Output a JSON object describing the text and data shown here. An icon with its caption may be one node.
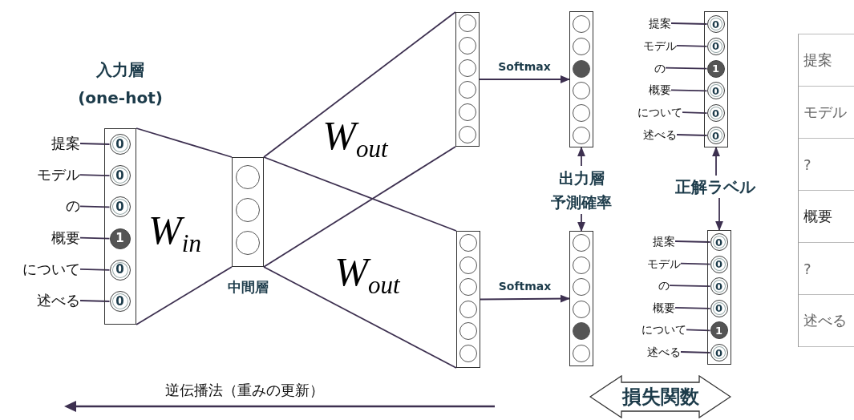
{
  "diagram": {
    "nodes": [
      {
        "text": [],
        "shape": "box",
        "beside": [
          "入力層",
          "(one-hot)"
        ]
      },
      {
        "text": [
          "0"
        ],
        "in": 0
      },
      {
        "text": [
          "0"
        ],
        "in": 0
      },
      {
        "text": [
          "0"
        ],
        "in": 0
      },
      {
        "text": [
          "1"
        ],
        "in": 0
      },
      {
        "text": [
          "0"
        ],
        "in": 0
      },
      {
        "text": [
          "0"
        ],
        "in": 0
      },
      {
        "text": [
          "提案"
        ]
      },
      {
        "text": [
          "モデル"
        ]
      },
      {
        "text": [
          "の"
        ]
      },
      {
        "text": [
          "概要"
        ]
      },
      {
        "text": [
          "について"
        ]
      },
      {
        "text": [
          "述べる"
        ]
      },
      {
        "text": [],
        "shape": "box",
        "beside": [
          "中間層"
        ]
      },
      {
        "text": [],
        "shape": "circle",
        "in": 13
      },
      {
        "text": [],
        "shape": "circle",
        "in": 13
      },
      {
        "text": [],
        "shape": "circle",
        "in": 13
      },
      {
        "text": [],
        "shape": "box"
      },
      {
        "text": [],
        "shape": "circle",
        "in": 17
      },
      {
        "text": [],
        "shape": "circle",
        "in": 17
      },
      {
        "text": [],
        "shape": "circle",
        "in": 17
      },
      {
        "text": [],
        "shape": "circle",
        "in": 17
      },
      {
        "text": [],
        "shape": "circle",
        "in": 17
      },
      {
        "text": [],
        "shape": "circle",
        "in": 17
      },
      {
        "text": [],
        "shape": "box"
      },
      {
        "text": [],
        "shape": "circle",
        "in": 24
      },
      {
        "text": [],
        "shape": "circle",
        "in": 24
      },
      {
        "text": [],
        "shape": "circle",
        "in": 24
      },
      {
        "text": [],
        "shape": "circle",
        "in": 24
      },
      {
        "text": [],
        "shape": "circle",
        "in": 24
      },
      {
        "text": [],
        "shape": "circle",
        "in": 24
      },
      {
        "text": [],
        "shape": "box"
      },
      {
        "text": [],
        "shape": "circle",
        "in": 31
      },
      {
        "text": [],
        "shape": "circle",
        "in": 31
      },
      {
        "text": [],
        "shape": "dot",
        "in": 31
      },
      {
        "text": [],
        "shape": "circle",
        "in": 31
      },
      {
        "text": [],
        "shape": "circle",
        "in": 31
      },
      {
        "text": [],
        "shape": "circle",
        "in": 31
      },
      {
        "text": [],
        "shape": "box"
      },
      {
        "text": [],
        "shape": "circle",
        "in": 38
      },
      {
        "text": [],
        "shape": "circle",
        "in": 38
      },
      {
        "text": [],
        "shape": "circle",
        "in": 38
      },
      {
        "text": [],
        "shape": "circle",
        "in": 38
      },
      {
        "text": [],
        "shape": "dot",
        "in": 38
      },
      {
        "text": [],
        "shape": "circle",
        "in": 38
      },
      {
        "text": [
          "出力層",
          "予測確率"
        ]
      },
      {
        "text": [],
        "shape": "box"
      },
      {
        "text": [
          "0"
        ],
        "in": 46
      },
      {
        "text": [
          "0"
        ],
        "in": 46
      },
      {
        "text": [
          "1"
        ],
        "in": 46
      },
      {
        "text": [
          "0"
        ],
        "in": 46
      },
      {
        "text": [
          "0"
        ],
        "in": 46
      },
      {
        "text": [
          "0"
        ],
        "in": 46
      },
      {
        "text": [
          "提案"
        ]
      },
      {
        "text": [
          "モデル"
        ]
      },
      {
        "text": [
          "の"
        ]
      },
      {
        "text": [
          "概要"
        ]
      },
      {
        "text": [
          "について"
        ]
      },
      {
        "text": [
          "述べる"
        ]
      },
      {
        "text": [
          "正解ラベル"
        ]
      },
      {
        "text": [],
        "shape": "box"
      },
      {
        "text": [
          "0"
        ],
        "in": 60
      },
      {
        "text": [
          "0"
        ],
        "in": 60
      },
      {
        "text": [
          "0"
        ],
        "in": 60
      },
      {
        "text": [
          "0"
        ],
        "in": 60
      },
      {
        "text": [
          "1"
        ],
        "in": 60
      },
      {
        "text": [
          "0"
        ],
        "in": 60
      },
      {
        "text": [
          "提案"
        ]
      },
      {
        "text": [
          "モデル"
        ]
      },
      {
        "text": [
          "の"
        ]
      },
      {
        "text": [
          "概要"
        ]
      },
      {
        "text": [
          "について"
        ]
      },
      {
        "text": [
          "述べる"
        ]
      },
      {
        "text": [
          "損失関数"
        ]
      }
    ],
    "edges": [
      {
        "from": 7,
        "to": 1,
        "arrow": "none"
      },
      {
        "from": 8,
        "to": 2,
        "arrow": "none"
      },
      {
        "from": 9,
        "to": 3,
        "arrow": "none"
      },
      {
        "from": 10,
        "to": 4,
        "arrow": "none"
      },
      {
        "from": 11,
        "to": 5,
        "arrow": "none"
      },
      {
        "from": 12,
        "to": 6,
        "arrow": "none"
      },
      {
        "from": 0,
        "to": 13,
        "arrow": "none"
      },
      {
        "from": 0,
        "to": 13,
        "arrow": "none"
      },
      {
        "from": 13,
        "to": 17,
        "arrow": "none"
      },
      {
        "from": 13,
        "to": 17,
        "arrow": "none"
      },
      {
        "from": 13,
        "to": 24,
        "arrow": "none"
      },
      {
        "from": 13,
        "to": 24,
        "arrow": "none"
      },
      {
        "from": 17,
        "to": 31,
        "arrow": "to",
        "label": "Softmax"
      },
      {
        "from": 24,
        "to": 38,
        "arrow": "to",
        "label": "Softmax"
      },
      {
        "from": 45,
        "to": 31,
        "arrow": "to"
      },
      {
        "from": 45,
        "to": 38,
        "arrow": "to"
      },
      {
        "from": 59,
        "to": 46,
        "arrow": "to"
      },
      {
        "from": 59,
        "to": 60,
        "arrow": "to"
      },
      {
        "from": 53,
        "to": 47,
        "arrow": "none"
      },
      {
        "from": 54,
        "to": 48,
        "arrow": "none"
      },
      {
        "from": 55,
        "to": 49,
        "arrow": "none"
      },
      {
        "from": 56,
        "to": 50,
        "arrow": "none"
      },
      {
        "from": 57,
        "to": 51,
        "arrow": "none"
      },
      {
        "from": 58,
        "to": 52,
        "arrow": "none"
      },
      {
        "from": 67,
        "to": 61,
        "arrow": "none"
      },
      {
        "from": 68,
        "to": 62,
        "arrow": "none"
      },
      {
        "from": 69,
        "to": 63,
        "arrow": "none"
      },
      {
        "from": 70,
        "to": 64,
        "arrow": "none"
      },
      {
        "from": 71,
        "to": 65,
        "arrow": "none"
      },
      {
        "from": 72,
        "to": 66,
        "arrow": "none"
      }
    ],
    "labels": [
      "W$_{in}$",
      "W$_{out}$",
      "W$_{out}$",
      "提案",
      "モデル",
      "?",
      "概要",
      "?",
      "述べる",
      "逆伝播法（重みの更新）"
    ]
  }
}
